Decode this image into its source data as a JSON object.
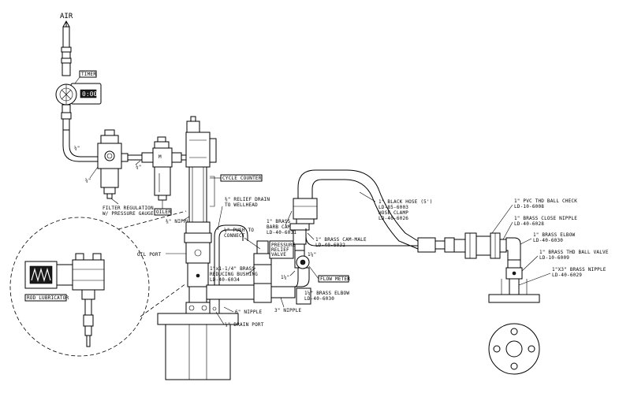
{
  "labels": {
    "air": "AIR",
    "timer": "TIMER",
    "quarter_1": "¼\"",
    "quarter_2": "¼\"",
    "quarter_3": "¼\"",
    "filter_regulation_1": "FILTER REGULATION",
    "filter_regulation_2": "W/ PRESSURE GAUGE",
    "oiler": "OILER",
    "nipple_38": "⅜\" NIPPLE",
    "cycle_counter": "CYCLE COUNTER",
    "relief_drain_1": "⅜\" RELIEF DRAIN",
    "relief_drain_2": "TO WELLHEAD",
    "barb_cam_1": "1\" BRASS",
    "barb_cam_2": "BARB CAM",
    "barb_cam_3": "LD-40-6031",
    "push_to_connect_1": "¼\" PUSH TO",
    "push_to_connect_2": "CONNECT",
    "pressure_relief_1": "PRESSURE",
    "pressure_relief_2": "RELIEF",
    "pressure_relief_3": "VALVE",
    "oil_port": "OIL PORT",
    "reducing_bushing_1": "1\"x1-1/4\" BRASS",
    "reducing_bushing_2": "REDUCING BUSHING",
    "reducing_bushing_3": "LD-40-6034",
    "cam_male_1": "1\" BRASS CAM-MALE",
    "cam_male_2": "LD-40-6032",
    "one_quarter_1": "1¼\"",
    "one_quarter_2": "1¼\"",
    "flow_meter": "FLOW METER",
    "brass_elbow_114_1": "1¼\" BRASS ELBOW",
    "brass_elbow_114_2": "LD-40-6030",
    "three_nipple": "3\" NIPPLE",
    "six_nipple": "6\" NIPPLE",
    "drain_port": "¼\" DRAIN PORT",
    "rod_lubricator": "ROD LUBRICATOR",
    "black_hose_1": "1\" BLACK HOSE (5')",
    "black_hose_2": "LD-85-6003",
    "black_hose_3": "HOSE CLAMP",
    "black_hose_4": "LD-40-6026",
    "pvc_ball_check_1": "1\" PVC THD BALL CHECK",
    "pvc_ball_check_2": "LD-10-6008",
    "close_nipple_1": "1\" BRASS CLOSE NIPPLE",
    "close_nipple_2": "LD-40-6028",
    "brass_elbow_1_1": "1\" BRASS ELBOW",
    "brass_elbow_1_2": "LD-40-6030",
    "ball_valve_1": "1\" BRASS THD BALL VALVE",
    "ball_valve_2": "LD-10-6009",
    "brass_nipple_1": "1\"X3\" BRASS NIPPLE",
    "brass_nipple_2": "LD-40-6029",
    "timer_display": "0:00"
  }
}
